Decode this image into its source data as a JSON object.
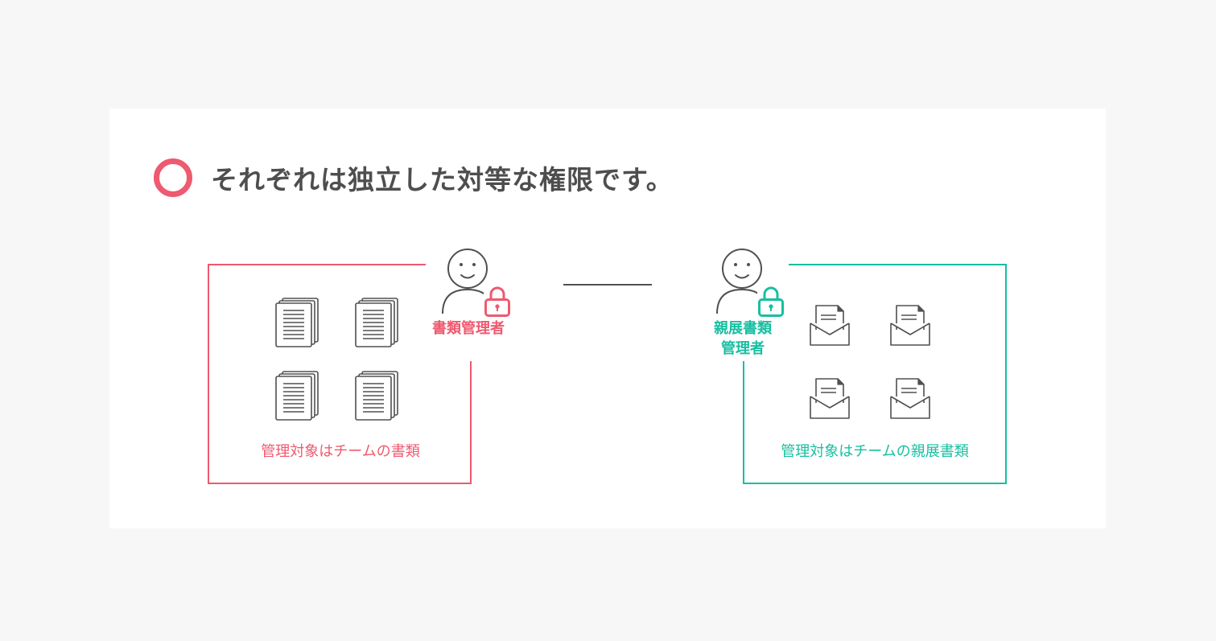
{
  "headline": {
    "icon": "circle-icon",
    "text": "それぞれは独立した対等な権限です。"
  },
  "colors": {
    "accent_pink": "#ee5a6f",
    "accent_teal": "#17bfa1",
    "line_gray": "#505050",
    "text_gray": "#4e4e4e"
  },
  "left_group": {
    "role_label": "書類管理者",
    "caption": "管理対象はチームの書類",
    "person_icon": "person-icon",
    "lock_icon": "lock-icon",
    "item_icon": "document-stack-icon",
    "item_count": 4
  },
  "right_group": {
    "role_label_line1": "親展書類",
    "role_label_line2": "管理者",
    "caption": "管理対象はチームの親展書類",
    "person_icon": "person-icon",
    "lock_icon": "lock-icon",
    "item_icon": "envelope-letter-icon",
    "item_count": 4
  }
}
